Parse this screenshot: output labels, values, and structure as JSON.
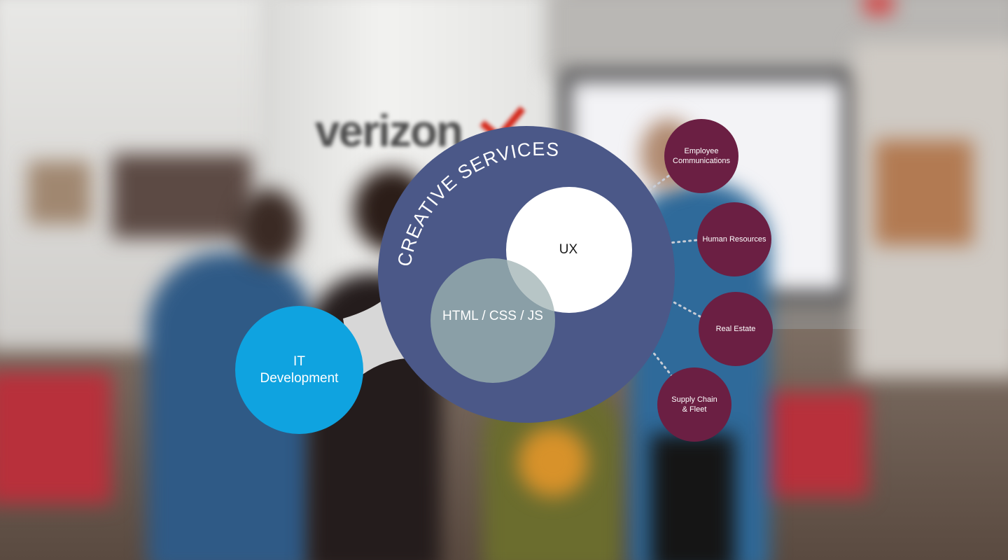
{
  "diagram": {
    "title": "CREATIVE SERVICES",
    "inner": {
      "ux": "UX",
      "html_css_js": "HTML / CSS / JS"
    },
    "external": "IT\nDevelopment",
    "departments": [
      "Employee\nCommunications",
      "Human Resources",
      "Real Estate",
      "Supply Chain\n& Fleet"
    ]
  },
  "background_text": {
    "logo": "verizon"
  },
  "colors": {
    "creative_services": "#4b5888",
    "it_development": "#0fa3e0",
    "html_css_js": "#8a9fa7",
    "ux": "#ffffff",
    "departments": "#6b1f43",
    "connector_bridge": "#e2e2e2",
    "dotted_lines": "#c8ccd6"
  }
}
